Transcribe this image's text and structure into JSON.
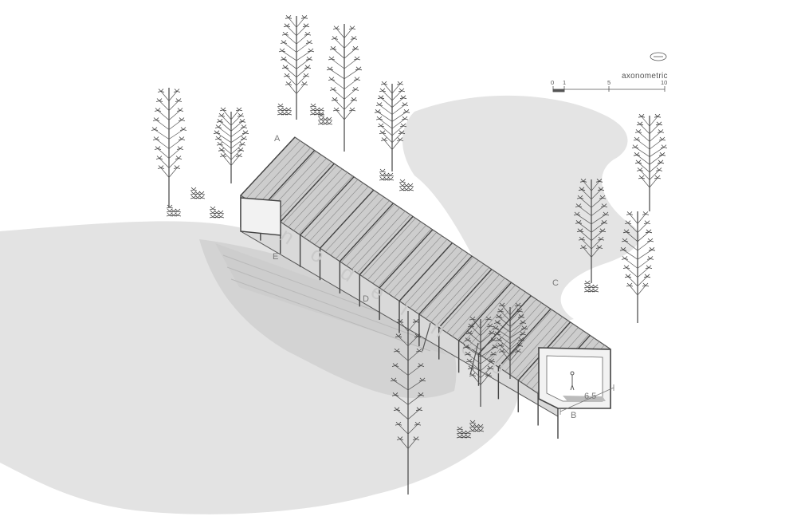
{
  "title": "axonometric",
  "scale_bar": {
    "ticks": [
      "0",
      "1",
      "5",
      "10"
    ]
  },
  "section_markers": [
    "A",
    "B",
    "C",
    "D",
    "E"
  ],
  "dimension_label": "6.5",
  "signage_letters": [
    "n",
    "o",
    "d",
    "e",
    "i",
    "n",
    "c",
    "o"
  ],
  "icons": {
    "north": "north-arrow-icon"
  },
  "colors": {
    "ground": "#e3e3e3",
    "water": "#d2d2d2",
    "line": "#555555",
    "roof": "#c4c4c4"
  }
}
